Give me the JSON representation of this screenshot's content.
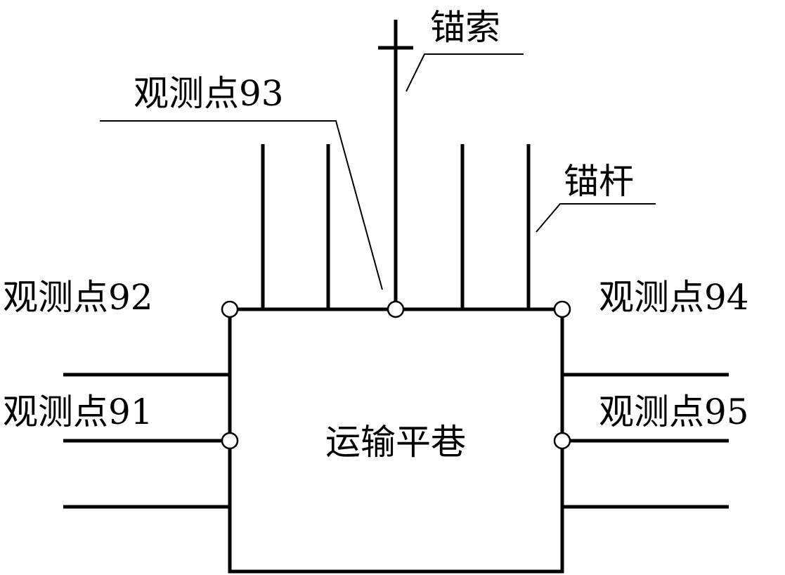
{
  "labels": {
    "roadway": "运输平巷",
    "anchor_cable": "锚索",
    "anchor_bolt": "锚杆",
    "point_91": "观测点91",
    "point_92": "观测点92",
    "point_93": "观测点93",
    "point_94": "观测点94",
    "point_95": "观测点95"
  },
  "colors": {
    "line": "#000000",
    "background": "#ffffff"
  }
}
